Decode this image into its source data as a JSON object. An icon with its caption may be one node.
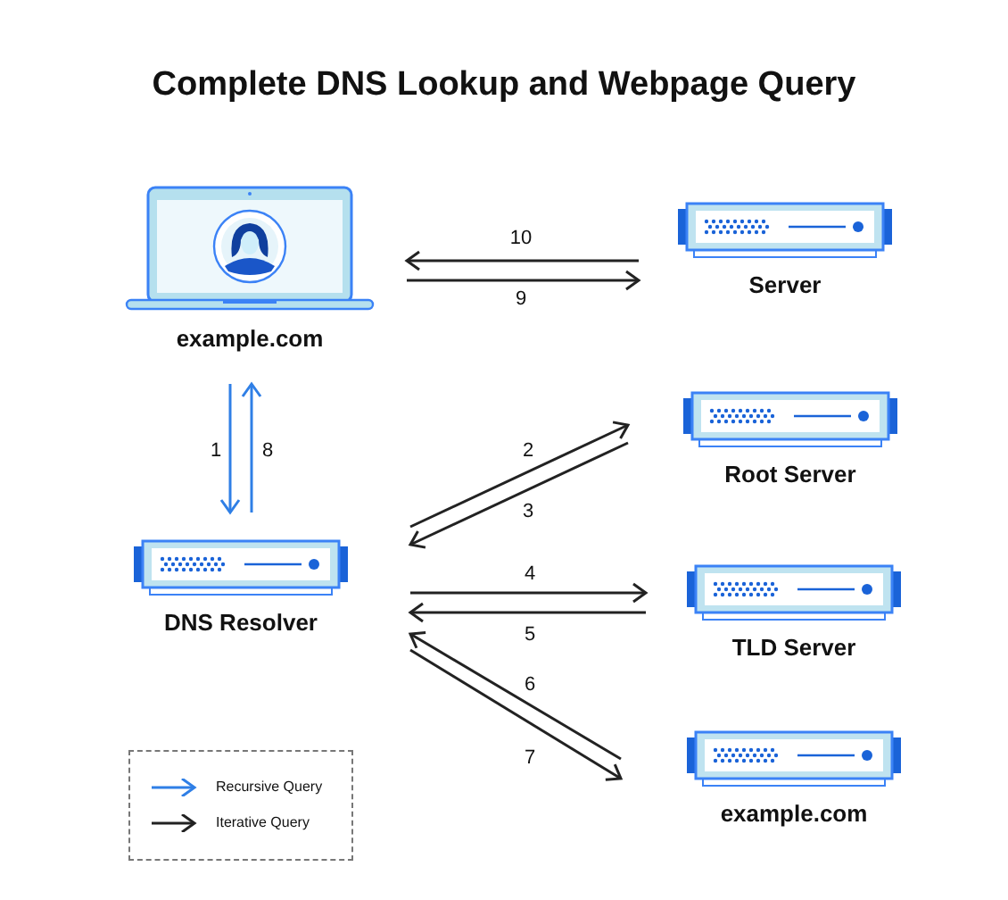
{
  "diagram": {
    "title": "Complete DNS Lookup and Webpage Query",
    "nodes": [
      {
        "text": [
          "example.com"
        ]
      },
      {
        "text": [
          "Server"
        ]
      },
      {
        "text": [
          "DNS Resolver"
        ]
      },
      {
        "text": [
          "Root Server"
        ]
      },
      {
        "text": [
          "TLD Server"
        ]
      },
      {
        "text": [
          "example.com"
        ]
      }
    ],
    "edges": [
      {
        "from": 1,
        "to": 0,
        "arrow": "to",
        "label": "10"
      },
      {
        "from": 0,
        "to": 1,
        "arrow": "to",
        "label": "9"
      },
      {
        "from": 0,
        "to": 2,
        "arrow": "to",
        "label": "1",
        "color": "#2f7fe6"
      },
      {
        "from": 2,
        "to": 0,
        "arrow": "to",
        "label": "8",
        "color": "#2f7fe6"
      },
      {
        "from": 2,
        "to": 3,
        "arrow": "to",
        "label": "2"
      },
      {
        "from": 3,
        "to": 2,
        "arrow": "to",
        "label": "3"
      },
      {
        "from": 2,
        "to": 4,
        "arrow": "to",
        "label": "4"
      },
      {
        "from": 4,
        "to": 2,
        "arrow": "to",
        "label": "5"
      },
      {
        "from": 5,
        "to": 2,
        "arrow": "to",
        "label": "6"
      },
      {
        "from": 2,
        "to": 5,
        "arrow": "to",
        "label": "7"
      }
    ],
    "legend": [
      {
        "text": "Recursive Query"
      },
      {
        "text": "Iterative Query"
      }
    ]
  }
}
